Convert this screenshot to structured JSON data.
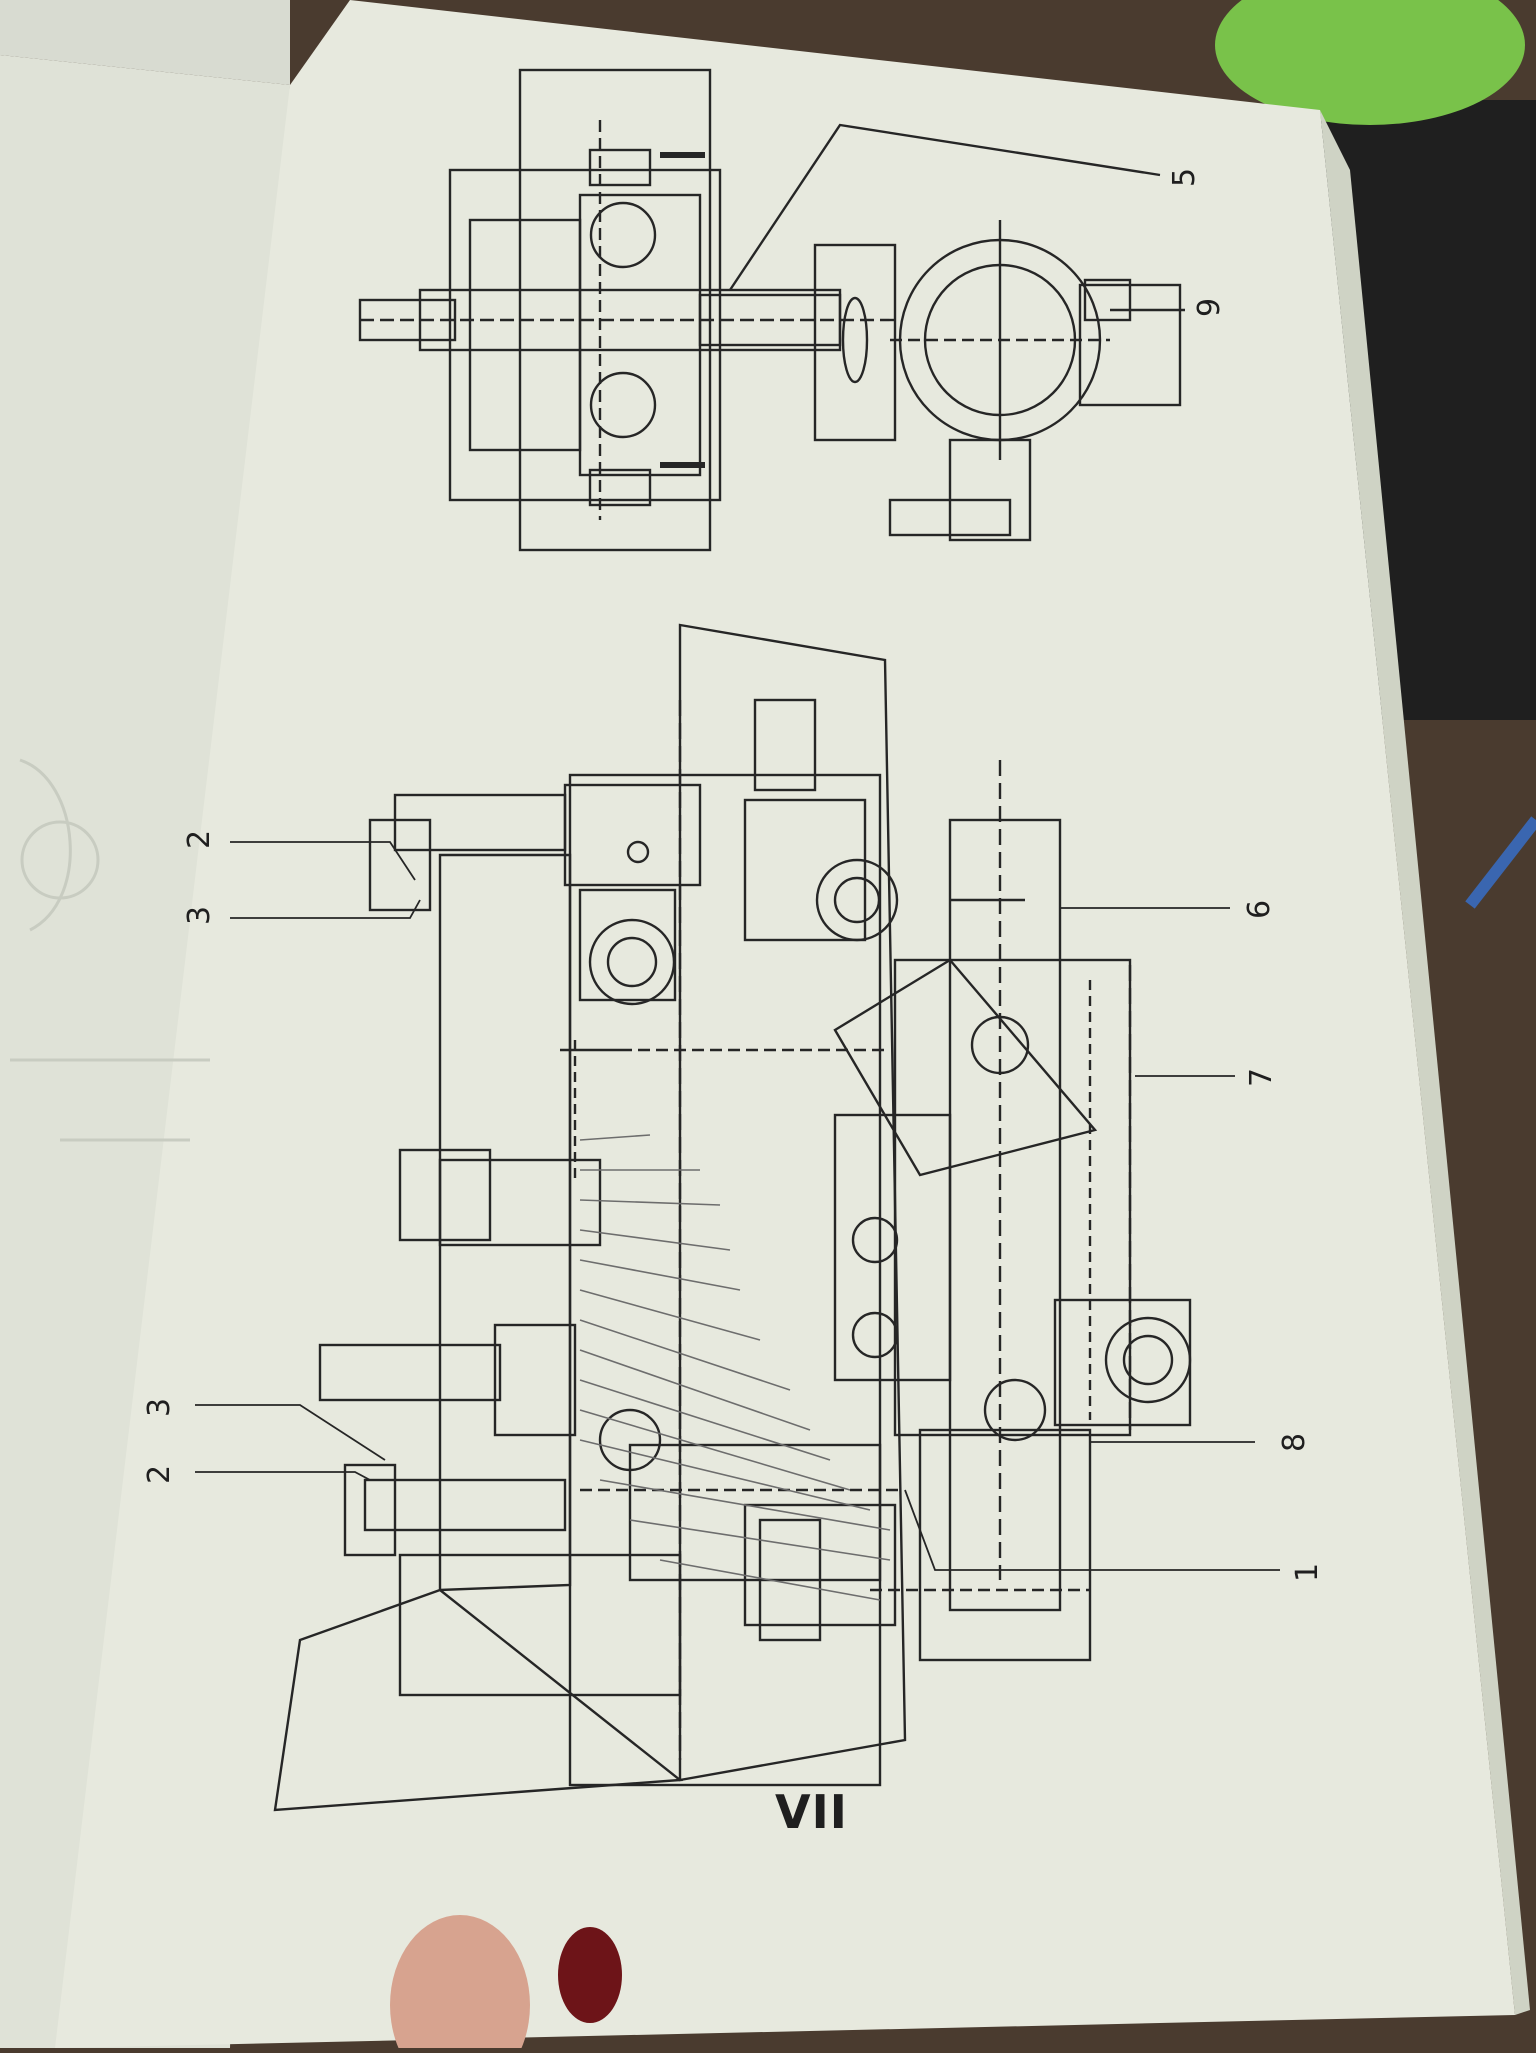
{
  "photo": {
    "subject": "Open book page with rotated technical engineering drawing",
    "colors": {
      "background": "#4a3b2f",
      "paper": "#e7e9de",
      "paper_shadow": "#cfd3c5",
      "ink": "#262626",
      "hatch": "#6d6d6d",
      "left_page": "#dfe2d7",
      "green_object": "#79c24a",
      "finger_nail": "#6d1418",
      "skin": "#d7a38f",
      "keyboard": "#1f1f1f"
    }
  },
  "drawing": {
    "figure_label": "VII",
    "callouts": {
      "c1": "1",
      "c2_top": "2",
      "c3_top": "3",
      "c2_bottom": "2",
      "c3_bottom": "3",
      "c5": "5",
      "c6": "6",
      "c7": "7",
      "c8": "8",
      "c9": "9"
    }
  }
}
